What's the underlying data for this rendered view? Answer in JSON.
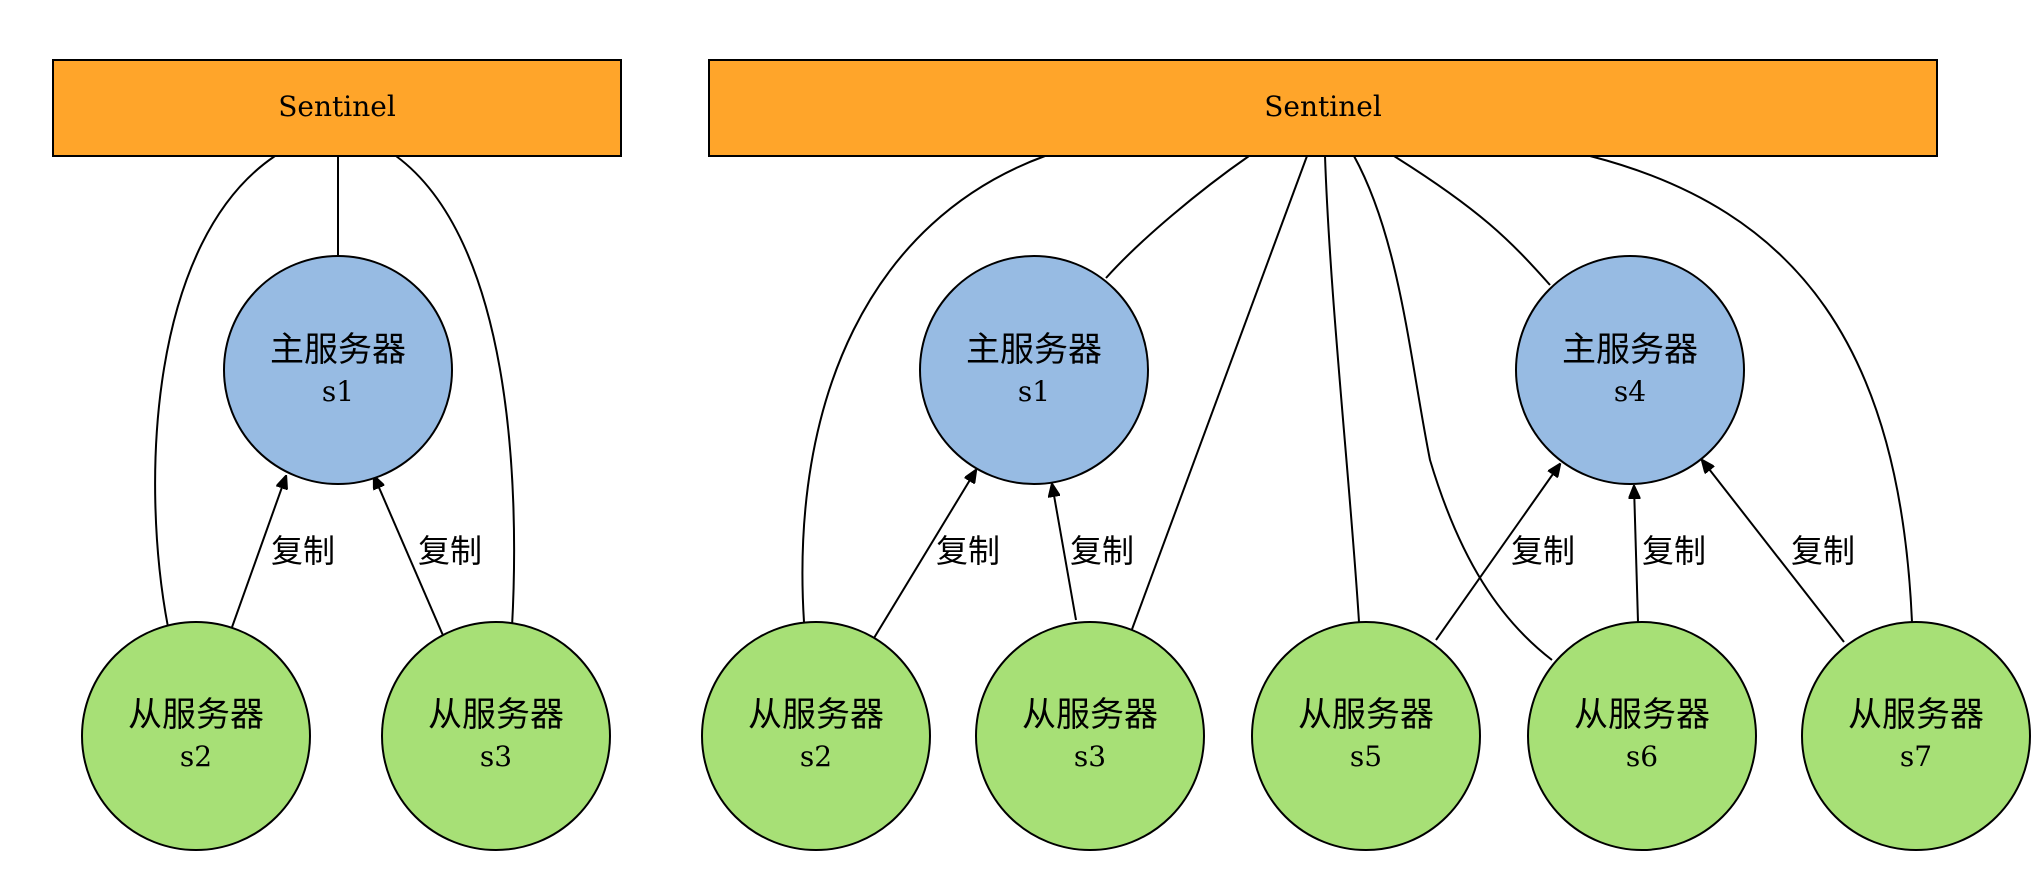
{
  "diagrams": [
    {
      "sentinel": "Sentinel",
      "masters": [
        {
          "label": "主服务器",
          "id": "s1"
        }
      ],
      "slaves": [
        {
          "label": "从服务器",
          "id": "s2"
        },
        {
          "label": "从服务器",
          "id": "s3"
        }
      ],
      "replication_label": "复制"
    },
    {
      "sentinel": "Sentinel",
      "masters": [
        {
          "label": "主服务器",
          "id": "s1"
        },
        {
          "label": "主服务器",
          "id": "s4"
        }
      ],
      "slaves": [
        {
          "label": "从服务器",
          "id": "s2"
        },
        {
          "label": "从服务器",
          "id": "s3"
        },
        {
          "label": "从服务器",
          "id": "s5"
        },
        {
          "label": "从服务器",
          "id": "s6"
        },
        {
          "label": "从服务器",
          "id": "s7"
        }
      ],
      "replication_label": "复制"
    }
  ],
  "colors": {
    "sentinel_fill": "#ffa52a",
    "master_fill": "#97bbe3",
    "slave_fill": "#a7e076"
  }
}
